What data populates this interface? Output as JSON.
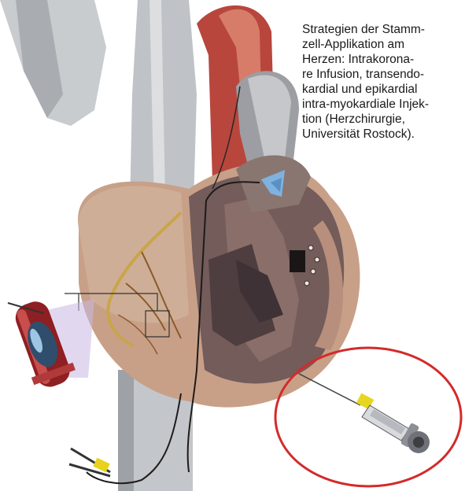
{
  "caption": {
    "lines": [
      "Strategien der Stamm-",
      "zell-Applikation am",
      "Herzen: Intrakorona-",
      "re Infusion, transendo-",
      "kardial und epikardial",
      "intra-myokardiale Injek-",
      "tion (Herzchirurgie,",
      "Universität Rostock)."
    ]
  },
  "colors": {
    "vessel_gray": "#b9bcc0",
    "aorta_red": "#b3433c",
    "myocardium": "#c9a38f",
    "interior_dark": "#6f5a58",
    "highlight_ring": "#d42a2a",
    "balloon_catheter": "#8e1f22",
    "needle_tip": "#7fb2df"
  },
  "icons": [
    "heart-illustration",
    "balloon-catheter-icon",
    "syringe-icon",
    "catheter-tip-icon"
  ]
}
